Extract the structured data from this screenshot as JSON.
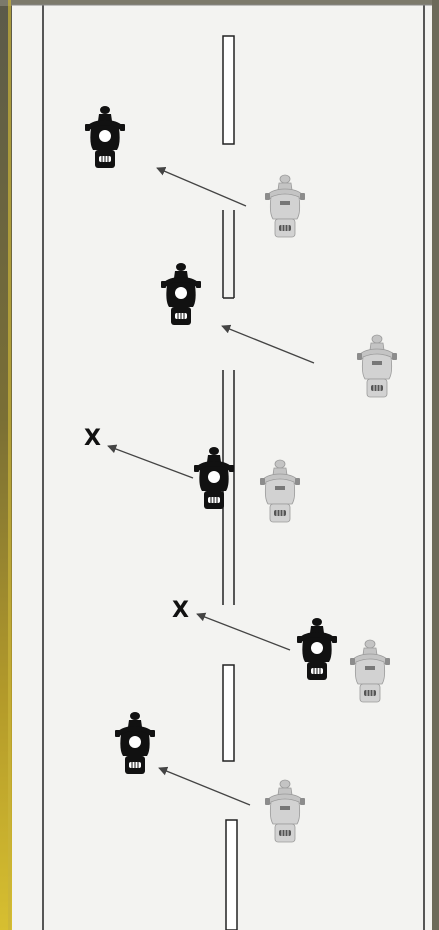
{
  "scene": {
    "title": "",
    "marker_glyph": "X",
    "colors": {
      "road": "#f3f3f1",
      "lead_rider": "#111111",
      "follow_rider": "#bdbdbd",
      "arrow": "#444444",
      "frame_wood": "#8a7a2a",
      "frame_edge": "#d9c24a"
    }
  },
  "scenarios": [
    {
      "id": 1,
      "lead": "dark-motorcycle",
      "follower": "light-motorcycle",
      "outcome": "pass-clear",
      "marker": ""
    },
    {
      "id": 2,
      "lead": "dark-motorcycle",
      "follower": "light-motorcycle",
      "outcome": "pass-clear",
      "marker": ""
    },
    {
      "id": 3,
      "lead": "dark-motorcycle",
      "follower": "light-motorcycle",
      "outcome": "blocked",
      "marker": "X"
    },
    {
      "id": 4,
      "lead": "dark-motorcycle",
      "follower": "light-motorcycle",
      "outcome": "blocked",
      "marker": "X"
    },
    {
      "id": 5,
      "lead": "dark-motorcycle",
      "follower": "light-motorcycle",
      "outcome": "pass-clear",
      "marker": ""
    }
  ]
}
